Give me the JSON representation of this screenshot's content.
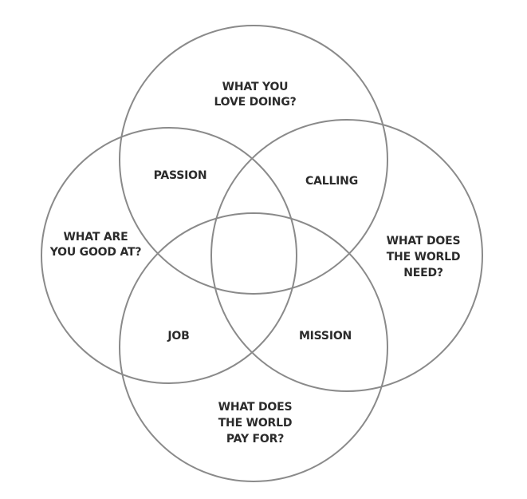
{
  "colors": {
    "background": "#ffffff",
    "circle_stroke": "#8a8a8a",
    "text": "#2b2b2b"
  },
  "circles": {
    "top": [
      "WHAT YOU",
      "LOVE DOING?"
    ],
    "left": [
      "WHAT ARE",
      "YOU GOOD AT?"
    ],
    "right": [
      "WHAT DOES",
      "THE WORLD",
      "NEED?"
    ],
    "bottom": [
      "WHAT DOES",
      "THE WORLD",
      "PAY FOR?"
    ]
  },
  "overlaps": {
    "top_left": "PASSION",
    "top_right": "CALLING",
    "bottom_left": "JOB",
    "bottom_right": "MISSION"
  }
}
